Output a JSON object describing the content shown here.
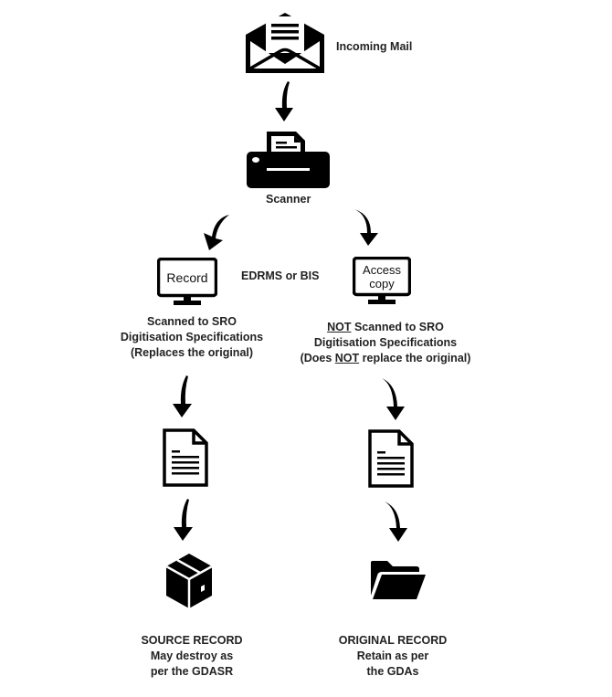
{
  "diagram": {
    "incoming": {
      "label": "Incoming Mail",
      "icon": "envelope-open-icon"
    },
    "scanner": {
      "label": "Scanner",
      "icon": "scanner-icon"
    },
    "middle_label": "EDRMS or BIS",
    "left": {
      "monitor_text": "Record",
      "desc_line1": "Scanned to SRO",
      "desc_line2": "Digitisation Specifications",
      "desc_line3": "(Replaces the original)",
      "outcome_title": "SOURCE RECORD",
      "outcome_line1": "May destroy as",
      "outcome_line2": "per the GDASR",
      "outcome_icon": "box-icon"
    },
    "right": {
      "monitor_text_line1": "Access",
      "monitor_text_line2": "copy",
      "desc_line1_em": "NOT",
      "desc_line1_rest": " Scanned to SRO",
      "desc_line2": "Digitisation Specifications",
      "desc_line3_pre": "(Does ",
      "desc_line3_em": "NOT",
      "desc_line3_post": " replace the original)",
      "outcome_title": "ORIGINAL RECORD",
      "outcome_line1": "Retain as per",
      "outcome_line2": "the GDAs",
      "outcome_icon": "folder-open-icon"
    },
    "colors": {
      "ink": "#000000",
      "text": "#222222",
      "background": "#ffffff"
    }
  }
}
